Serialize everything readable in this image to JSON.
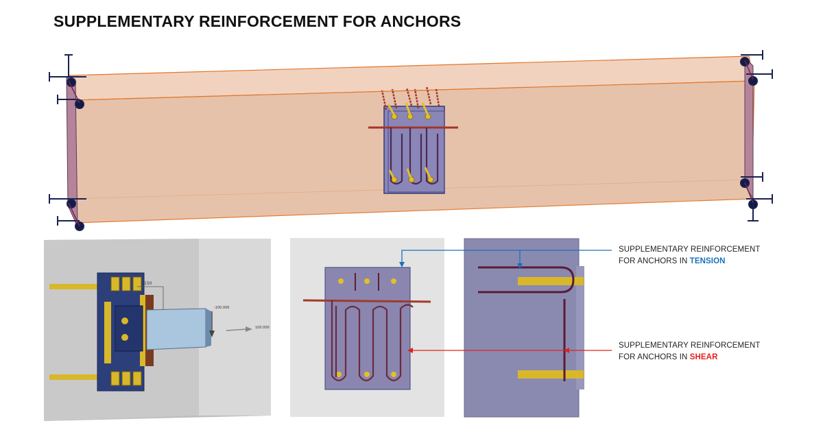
{
  "title": "SUPPLEMENTARY REINFORCEMENT FOR ANCHORS",
  "callouts": {
    "tension": {
      "line1": "SUPPLEMENTARY REINFORCEMENT",
      "line2_prefix": "FOR ANCHORS IN ",
      "keyword": "TENSION",
      "color": "#1a72bb"
    },
    "shear": {
      "line1": "SUPPLEMENTARY REINFORCEMENT",
      "line2_prefix": "FOR ANCHORS IN ",
      "keyword": "SHEAR",
      "color": "#e0211d"
    }
  },
  "model_view": {
    "dimension": "150",
    "load_vertical": "-100.000",
    "load_horizontal": "100.000"
  },
  "colors": {
    "concrete_beam": "#e8c0a8",
    "steel_plate": "#3b4a8a",
    "rebar": "#8a2a2a",
    "anchor": "#d4b020"
  }
}
